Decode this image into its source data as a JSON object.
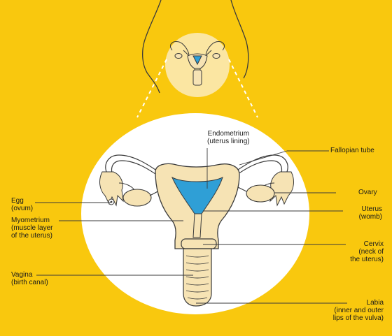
{
  "labels": {
    "endometrium": {
      "name": "Endometrium",
      "note": "(uterus lining)"
    },
    "fallopian_tube": {
      "name": "Fallopian tube"
    },
    "ovary": {
      "name": "Ovary"
    },
    "egg": {
      "name": "Egg",
      "note": "(ovum)"
    },
    "uterus": {
      "name": "Uterus",
      "note": "(womb)"
    },
    "myometrium": {
      "name": "Myometrium",
      "note": "(muscle layer",
      "note2": "of the uterus)"
    },
    "cervix": {
      "name": "Cervix",
      "note": "(neck of",
      "note2": "the uterus)"
    },
    "vagina": {
      "name": "Vagina",
      "note": "(birth canal)"
    },
    "labia": {
      "name": "Labia",
      "note": "(inner and outer",
      "note2": "lips of the vulva)"
    }
  },
  "colors": {
    "background": "#f9c80e",
    "ellipse": "#ffffff",
    "inset": "#fbe6a2",
    "tissue": "#f6e3b4",
    "lining": "#2f9fd6",
    "outline": "#3a3a3a"
  }
}
